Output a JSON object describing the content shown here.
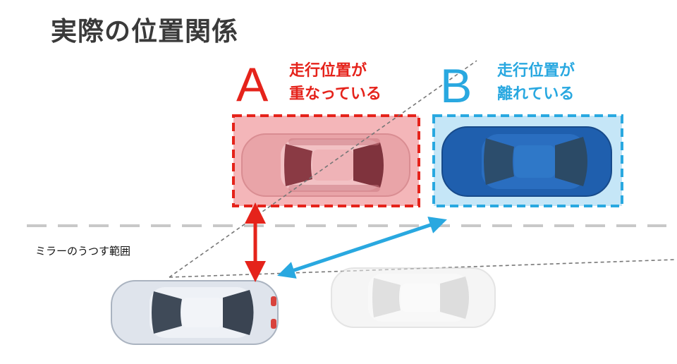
{
  "title": "実際の位置関係",
  "case_a": {
    "letter": "A",
    "caption_line1": "走行位置が",
    "caption_line2": "重なっている",
    "color": "#e5231b",
    "box_fill": "#f4b6b9"
  },
  "case_b": {
    "letter": "B",
    "caption_line1": "走行位置が",
    "caption_line2": "離れている",
    "color": "#29a8e0",
    "box_fill": "#c5e6f7"
  },
  "mirror_label": "ミラーのうつす範囲",
  "colors": {
    "lane_line": "#c8c8c8",
    "mirror_line": "#777777",
    "own_car": "#dfe4ec",
    "ghost_car": "#e8e8e8",
    "car_b_body": "#1f5fae"
  }
}
